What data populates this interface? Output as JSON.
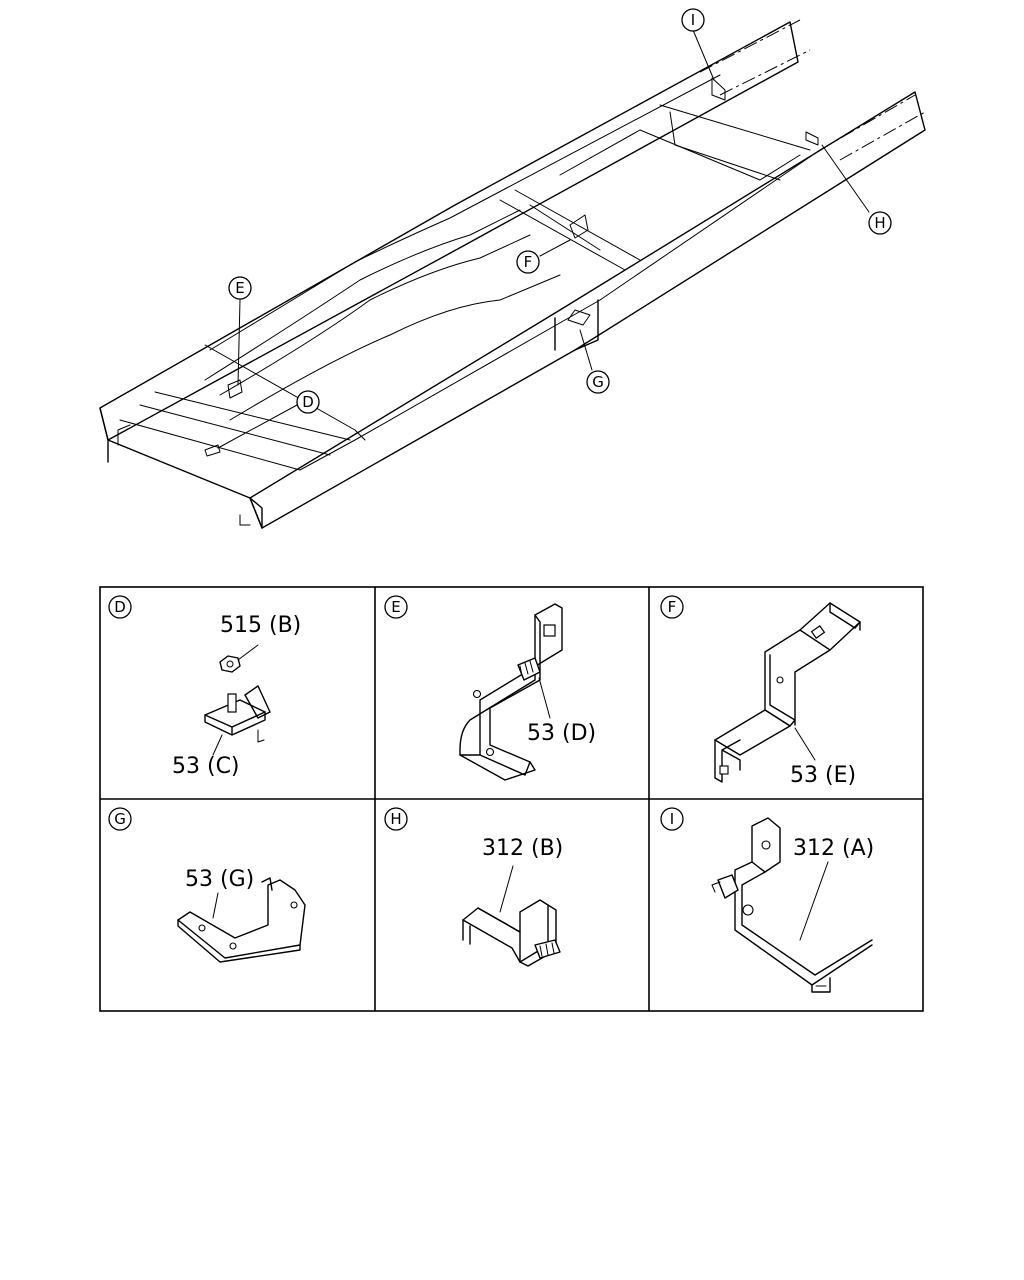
{
  "callouts": {
    "I": "I",
    "H": "H",
    "F": "F",
    "G": "G",
    "E": "E",
    "D": "D"
  },
  "panels": [
    {
      "id": "D",
      "label": "D",
      "parts": [
        "515 (B)",
        "53 (C)"
      ]
    },
    {
      "id": "E",
      "label": "E",
      "parts": [
        "53 (D)"
      ]
    },
    {
      "id": "F",
      "label": "F",
      "parts": [
        "53 (E)"
      ]
    },
    {
      "id": "G",
      "label": "G",
      "parts": [
        "53 (G)"
      ]
    },
    {
      "id": "H",
      "label": "H",
      "parts": [
        "312 (B)"
      ]
    },
    {
      "id": "I",
      "label": "I",
      "parts": [
        "312 (A)"
      ]
    }
  ]
}
